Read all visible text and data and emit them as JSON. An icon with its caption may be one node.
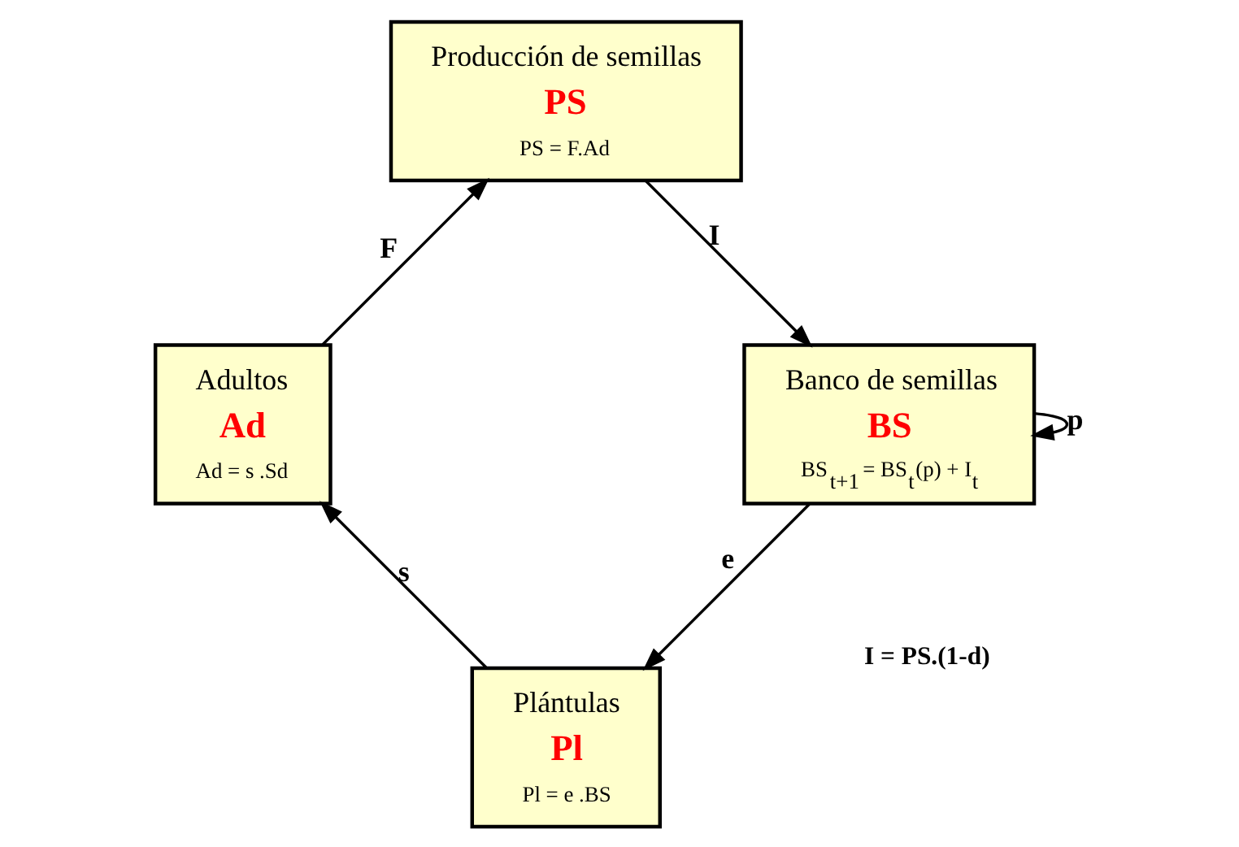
{
  "diagram": {
    "nodes": [
      {
        "text": [
          "Plántulas",
          "Pl",
          "Pl = e .BS"
        ]
      },
      {
        "text": [
          "Banco de semillas",
          "BS",
          "BS$_{t+1}$ = BS$_{t}$(p) + I$_{t}$"
        ]
      },
      {
        "text": [
          "Adultos",
          "Ad",
          "Ad = s .Sd"
        ]
      },
      {
        "text": [
          "Producción de semillas",
          "PS",
          "PS = F.Ad"
        ]
      }
    ],
    "edges": [
      {
        "from": 1,
        "to": 0,
        "arrow": "to",
        "label": "e"
      },
      {
        "from": 0,
        "to": 2,
        "arrow": "to",
        "label": "s"
      },
      {
        "from": 2,
        "to": 3,
        "arrow": "to",
        "label": "F"
      },
      {
        "from": 3,
        "to": 1,
        "arrow": "to",
        "label": "I"
      },
      {
        "from": 1,
        "to": 1,
        "arrow": "to",
        "label": "p"
      }
    ],
    "labels": [
      "I = PS.(1-d)"
    ]
  }
}
